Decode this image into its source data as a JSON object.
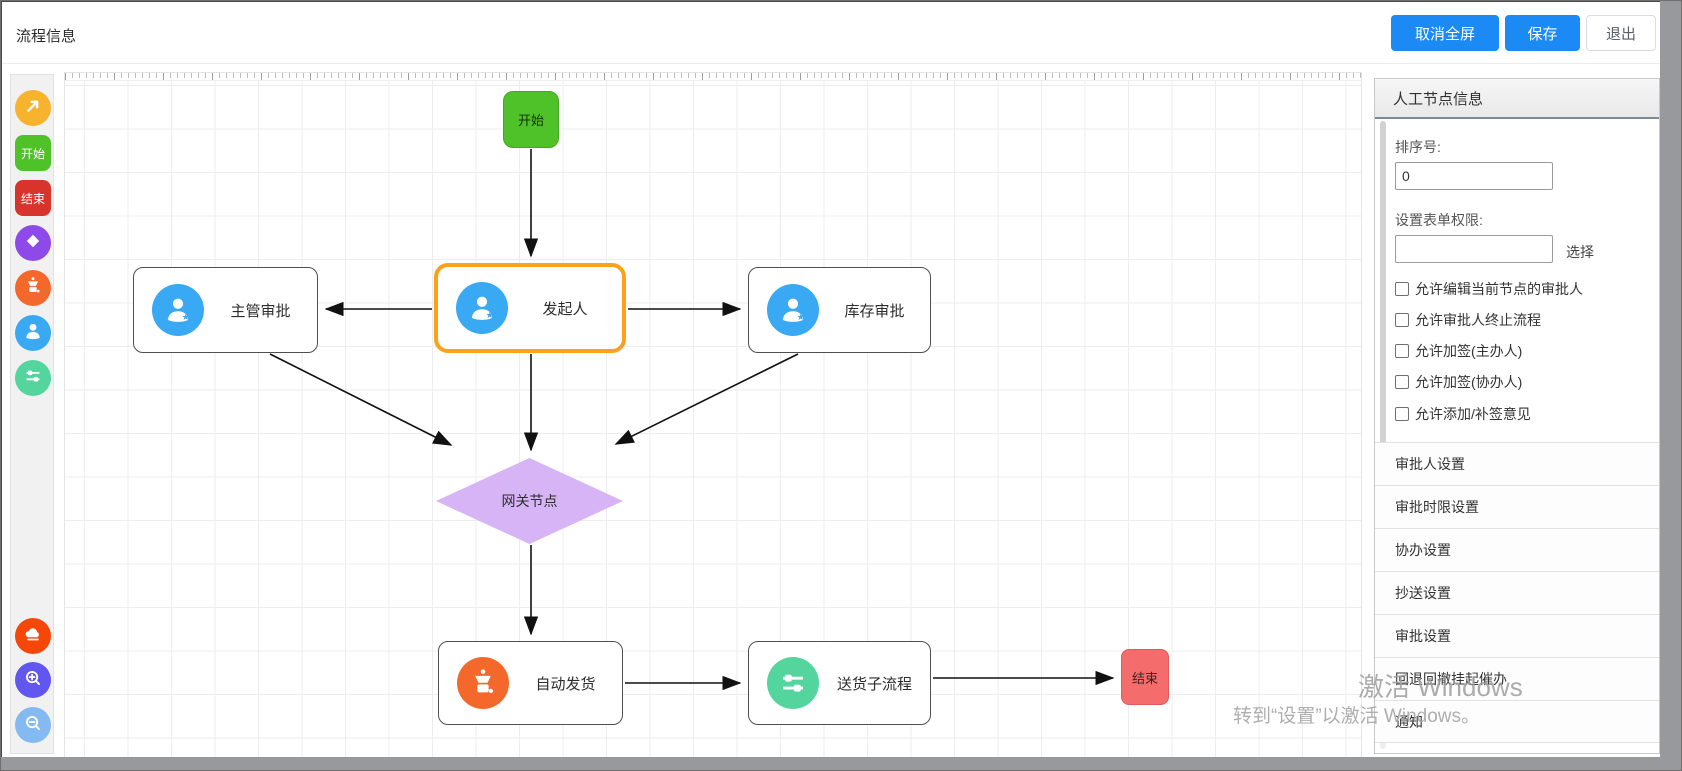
{
  "header": {
    "title": "流程信息",
    "cancel_fullscreen": "取消全屏",
    "save": "保存",
    "exit": "退出"
  },
  "toolbar": {
    "link_tool_icon": "arrow-up-right-icon",
    "start_label": "开始",
    "end_label": "结束",
    "gateway_icon": "diamond-icon",
    "auto_node_icon": "robot-icon",
    "user_node_icon": "user-icon",
    "subflow_icon": "sliders-icon",
    "clear_icon": "cloud-icon",
    "zoom_in_icon": "zoom-in-icon",
    "zoom_out_icon": "zoom-out-icon"
  },
  "flow": {
    "nodes": [
      {
        "label": "开始",
        "type": "start"
      },
      {
        "label": "发起人",
        "type": "user",
        "selected": true
      },
      {
        "label": "主管审批",
        "type": "user"
      },
      {
        "label": "库存审批",
        "type": "user"
      },
      {
        "label": "网关节点",
        "type": "gateway"
      },
      {
        "label": "自动发货",
        "type": "auto"
      },
      {
        "label": "送货子流程",
        "type": "subflow"
      },
      {
        "label": "结束",
        "type": "end"
      }
    ]
  },
  "panel": {
    "title": "人工节点信息",
    "sort_label": "排序号:",
    "sort_value": "0",
    "form_permission_label": "设置表单权限:",
    "form_permission_value": "",
    "select_button": "选择",
    "checkboxes": [
      {
        "label": "允许编辑当前节点的审批人",
        "checked": false
      },
      {
        "label": "允许审批人终止流程",
        "checked": false
      },
      {
        "label": "允许加签(主办人)",
        "checked": false
      },
      {
        "label": "允许加签(协办人)",
        "checked": false
      },
      {
        "label": "允许添加/补签意见",
        "checked": false
      }
    ],
    "sections": [
      "审批人设置",
      "审批时限设置",
      "协办设置",
      "抄送设置",
      "审批设置",
      "回退回撤挂起催办",
      "通知"
    ]
  },
  "watermark": {
    "line1": "激活 Windows",
    "line2": "转到“设置”以激活 Windows。"
  },
  "colors": {
    "primary_blue": "#1b8af5",
    "selected_border_orange": "#f9a21a",
    "start_green": "#4fc22a",
    "end_red": "#f56c6c",
    "toolbar_end_red": "#d9342b",
    "gateway_purple_light": "#d7b4f5",
    "gateway_purple": "#8d4ae8",
    "user_blue": "#3aa9f4",
    "auto_orange": "#f5682b",
    "subflow_mint": "#55d59e",
    "link_amber": "#f7b32d",
    "clear_orange": "#f44708",
    "zoom_in_purple": "#6156f0",
    "zoom_out_blue": "#84b9f2"
  }
}
